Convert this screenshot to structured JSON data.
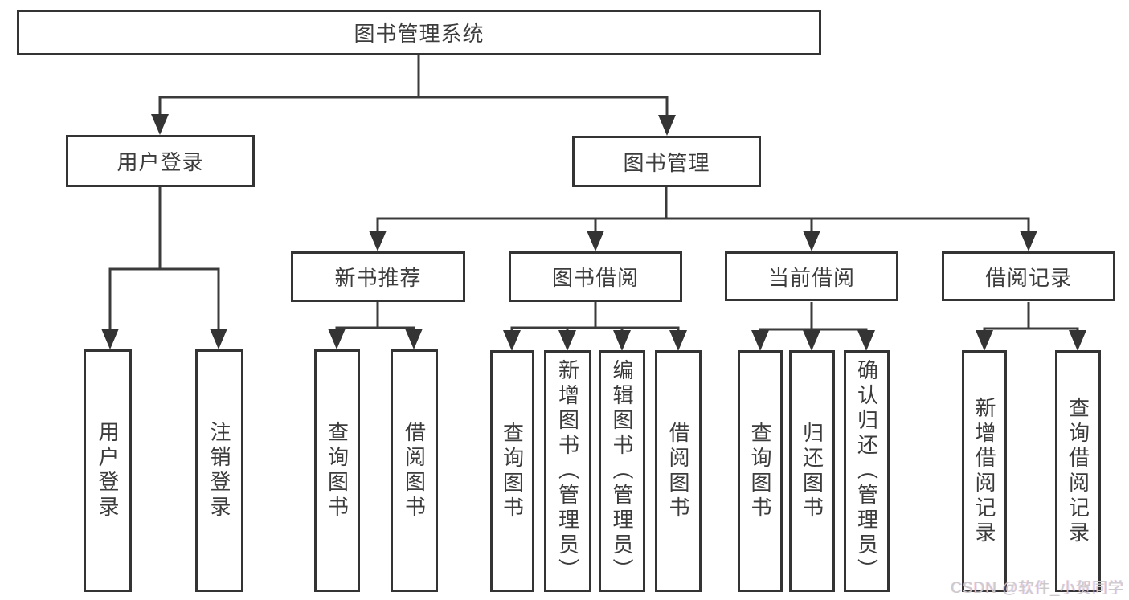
{
  "diagram_title": "图书管理系统",
  "tree": {
    "label": "图书管理系统",
    "children": [
      {
        "label": "用户登录",
        "children": [
          {
            "label": "用户登录"
          },
          {
            "label": "注销登录"
          }
        ]
      },
      {
        "label": "图书管理",
        "children": [
          {
            "label": "新书推荐",
            "children": [
              {
                "label": "查询图书"
              },
              {
                "label": "借阅图书"
              }
            ]
          },
          {
            "label": "图书借阅",
            "children": [
              {
                "label": "查询图书"
              },
              {
                "label": "新增图书（管理员）"
              },
              {
                "label": "编辑图书（管理员）"
              },
              {
                "label": "借阅图书"
              }
            ]
          },
          {
            "label": "当前借阅",
            "children": [
              {
                "label": "查询图书"
              },
              {
                "label": "归还图书"
              },
              {
                "label": "确认归还（管理员）"
              }
            ]
          },
          {
            "label": "借阅记录",
            "children": [
              {
                "label": "新增借阅记录"
              },
              {
                "label": "查询借阅记录"
              }
            ]
          }
        ]
      }
    ]
  },
  "watermark": {
    "text": "CSDN @软件_小贺同学"
  },
  "colors": {
    "line": "#3b3b3b",
    "border": "#343434",
    "text": "#3c3c3c",
    "background": "#ffffff",
    "watermark": "#c9c9c9"
  }
}
